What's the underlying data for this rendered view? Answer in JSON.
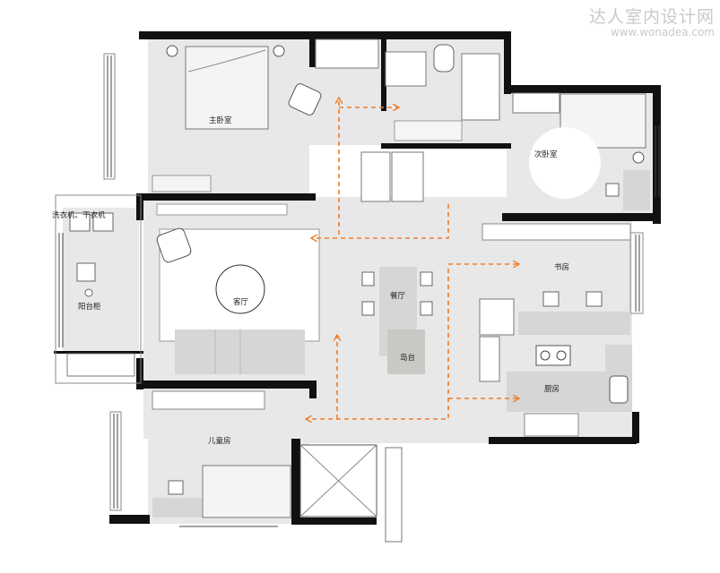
{
  "watermark": {
    "name": "达人室内设计网",
    "url": "www.wonadea.com"
  },
  "rooms": {
    "master_bedroom": "主卧室",
    "second_bedroom": "次卧室",
    "living_room": "客厅",
    "dining_room": "餐厅",
    "island": "岛台",
    "study": "书房",
    "kitchen": "厨房",
    "balcony_cabinet": "阳台柜",
    "kids_room": "儿童房",
    "washer_dryer": "洗衣机、干衣机"
  },
  "colors": {
    "wall": "#111111",
    "floor": "#e8e8e8",
    "furniture": "#d6d6d4",
    "flow_arrow": "#f07c2a"
  }
}
